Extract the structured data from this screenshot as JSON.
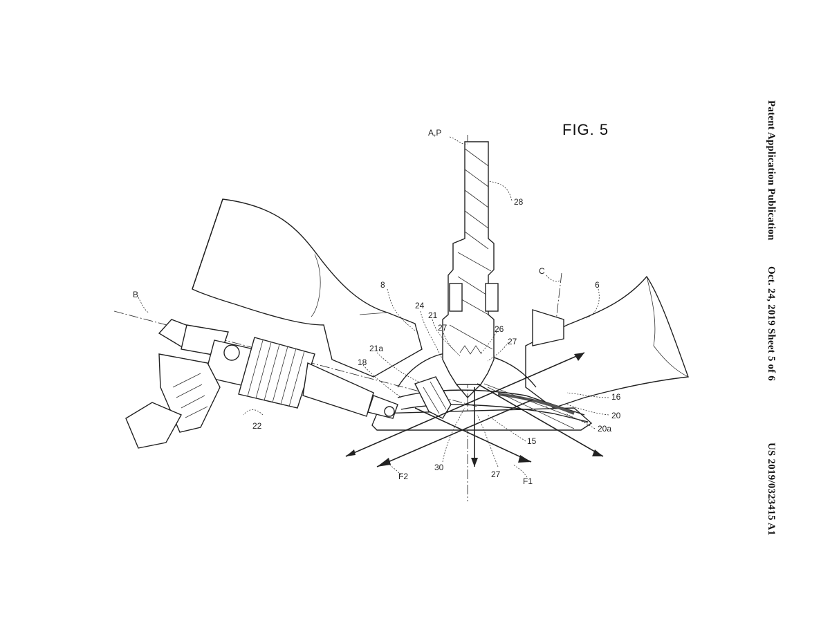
{
  "header": {
    "publication_type": "Patent Application Publication",
    "date_sheet": "Oct. 24, 2019  Sheet 5 of 6",
    "publication_number": "US 2019/0323415 A1"
  },
  "figure": {
    "title": "FIG. 5",
    "labels": {
      "ap": "A,P",
      "b": "B",
      "c": "C",
      "n28": "28",
      "n8": "8",
      "n6": "6",
      "n24": "24",
      "n21": "21",
      "n27a": "27",
      "n26": "26",
      "n27b": "27",
      "n21a": "21a",
      "n18": "18",
      "n16": "16",
      "n20": "20",
      "n20a": "20a",
      "n15": "15",
      "n22": "22",
      "n30": "30",
      "n27c": "27",
      "f2": "F2",
      "f1": "F1"
    }
  }
}
